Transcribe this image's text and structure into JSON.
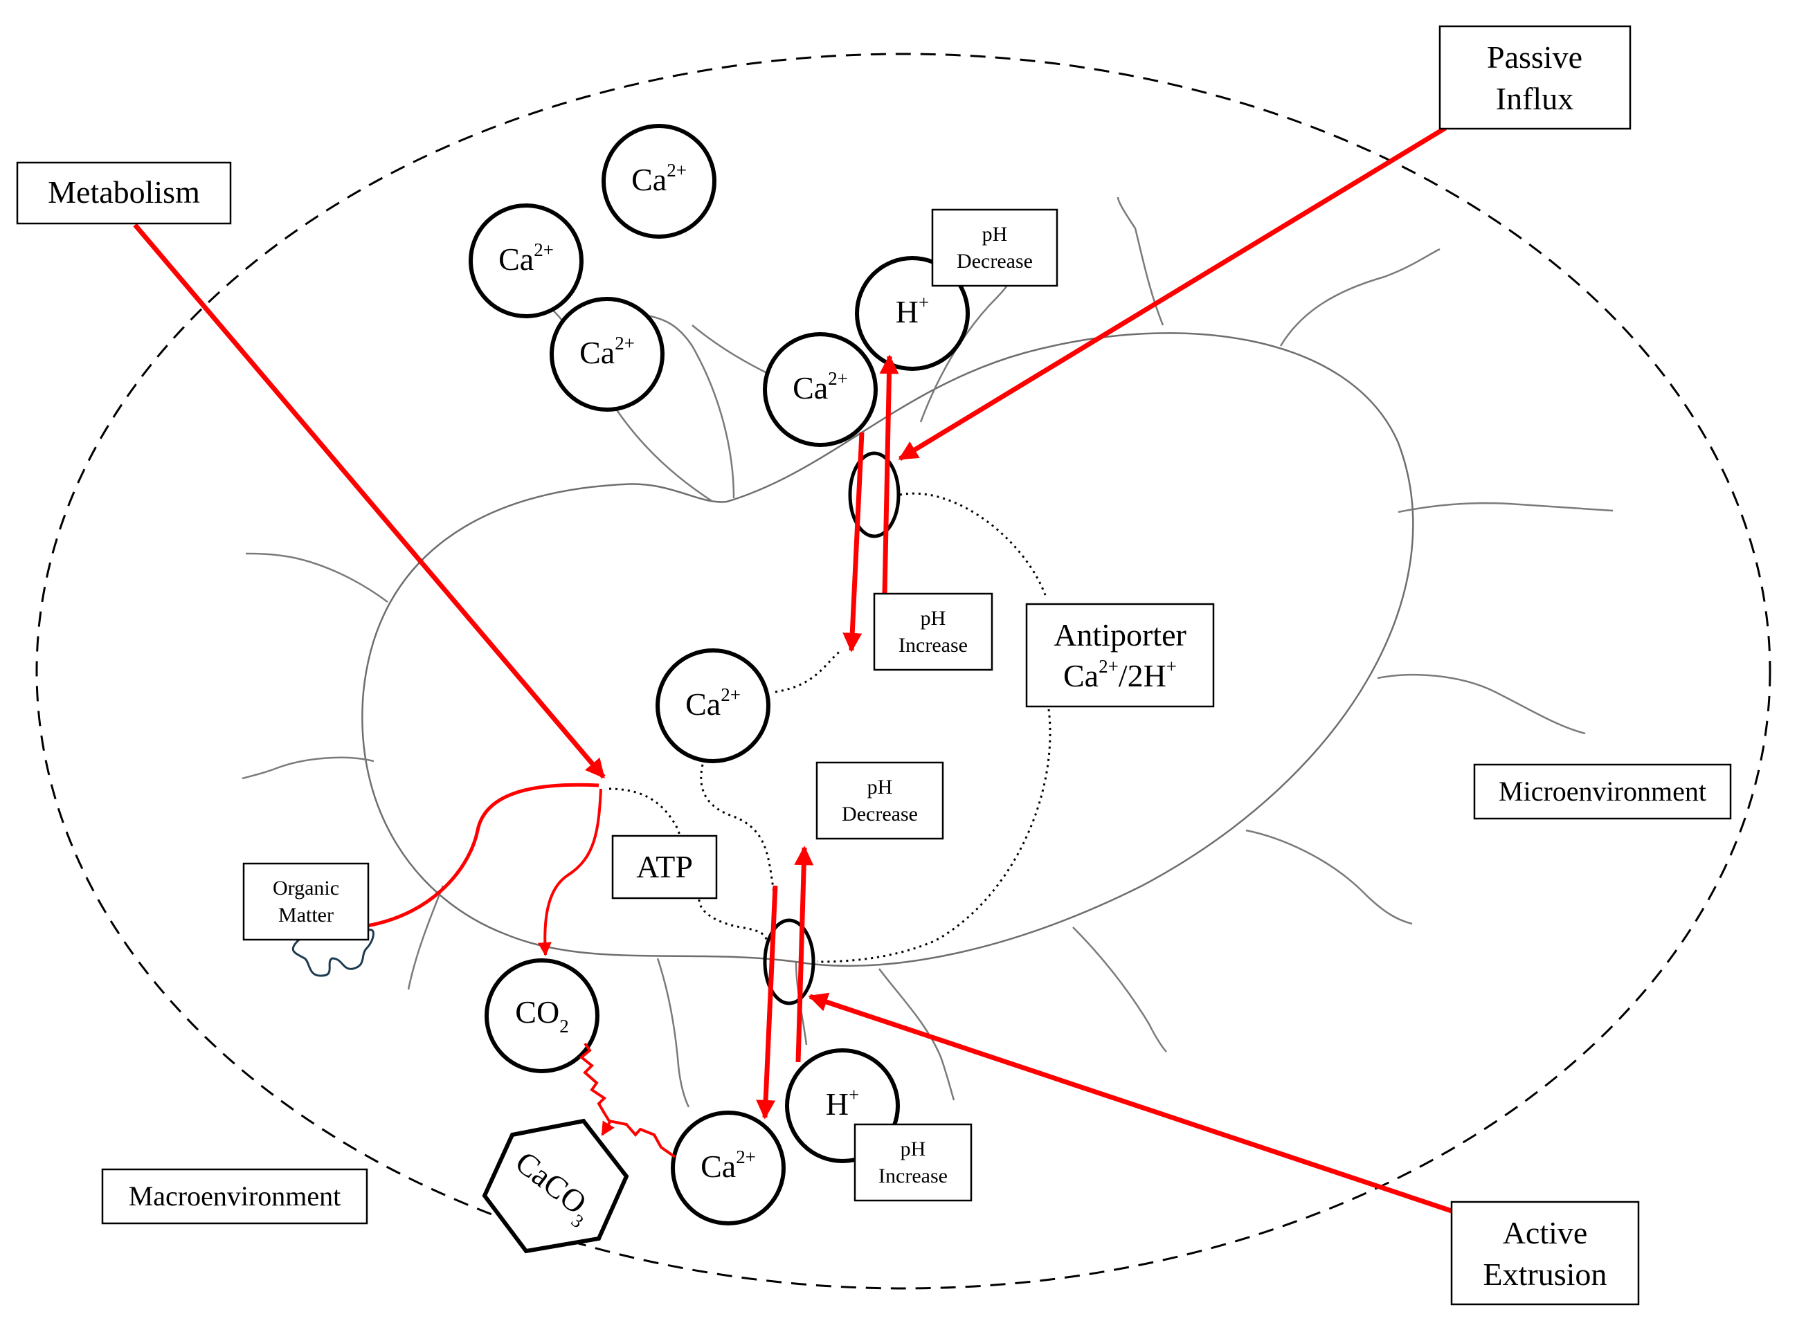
{
  "labels": {
    "metabolism": "Metabolism",
    "passive_influx_1": "Passive",
    "passive_influx_2": "Influx",
    "active_extrusion_1": "Active",
    "active_extrusion_2": "Extrusion",
    "microenvironment": "Microenvironment",
    "macroenvironment": "Macroenvironment",
    "antiporter_1": "Antiporter",
    "antiporter_2_base": "Ca",
    "antiporter_2_sup": "2+",
    "antiporter_2_mid": "/2H",
    "antiporter_2_sup2": "+",
    "atp": "ATP",
    "organic_matter_1": "Organic",
    "organic_matter_2": "Matter",
    "ph_decrease_top_1": "pH",
    "ph_decrease_top_2": "Decrease",
    "ph_increase_top_1": "pH",
    "ph_increase_top_2": "Increase",
    "ph_decrease_bottom_1": "pH",
    "ph_decrease_bottom_2": "Decrease",
    "ph_increase_bottom_1": "pH",
    "ph_increase_bottom_2": "Increase"
  },
  "ions": {
    "ca_base": "Ca",
    "ca_charge": "2+",
    "h_base": "H",
    "h_charge": "+",
    "co2_base": "CO",
    "co2_sub": "2",
    "caco3_base": "CaCO",
    "caco3_sub": "3"
  },
  "colors": {
    "arrow": "#ff0000",
    "stroke": "#000000",
    "membrane": "#6e6e6e",
    "organic_matter": "#1d3b4f"
  }
}
